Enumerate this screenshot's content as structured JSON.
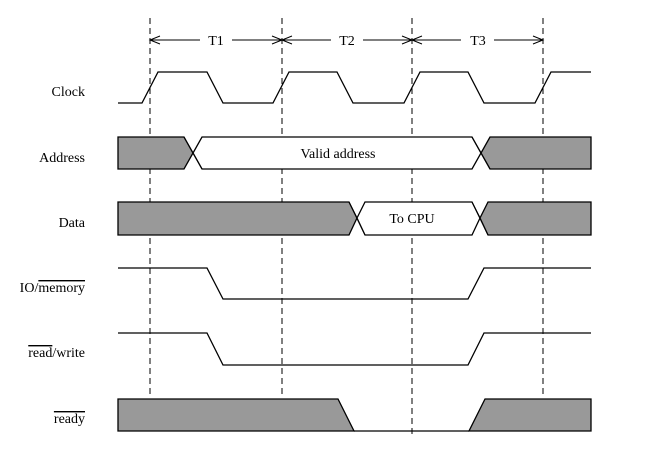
{
  "periods": [
    "T1",
    "T2",
    "T3"
  ],
  "signals": {
    "clock": "Clock",
    "address": "Address",
    "data": "Data",
    "io_memory": {
      "prefix": "IO/",
      "overlined": "memory"
    },
    "read_write": {
      "overlined": "read",
      "suffix": "/write"
    },
    "ready": {
      "overlined": "ready"
    }
  },
  "bus_values": {
    "address": "Valid address",
    "data": "To CPU"
  },
  "colors": {
    "invalid_fill": "#999999",
    "line": "#000000",
    "background": "#ffffff"
  }
}
